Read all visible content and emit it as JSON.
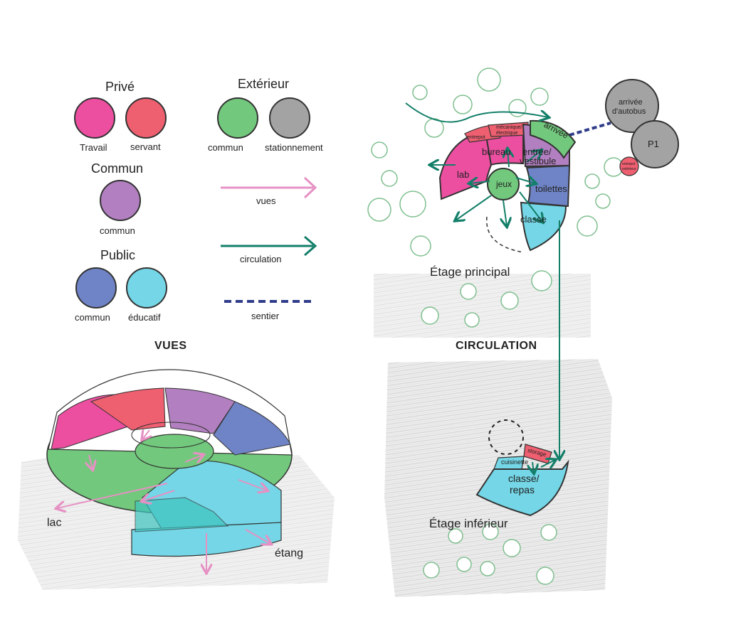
{
  "legend": {
    "prive": {
      "title": "Privé",
      "items": [
        {
          "label": "Travail",
          "color": "#ec4fa0"
        },
        {
          "label": "servant",
          "color": "#ee5f70"
        }
      ]
    },
    "exterieur": {
      "title": "Extérieur",
      "items": [
        {
          "label": "commun",
          "color": "#72c87c"
        },
        {
          "label": "stationnement",
          "color": "#a3a3a3"
        }
      ]
    },
    "commun": {
      "title": "Commun",
      "items": [
        {
          "label": "commun",
          "color": "#b27fc0"
        }
      ]
    },
    "public": {
      "title": "Public",
      "items": [
        {
          "label": "commun",
          "color": "#6f84c6"
        },
        {
          "label": "éducatif",
          "color": "#74d6e6"
        }
      ]
    },
    "lines": {
      "vues": {
        "label": "vues",
        "color": "#e691c4"
      },
      "circulation": {
        "label": "circulation",
        "color": "#137f69"
      },
      "sentier": {
        "label": "sentier",
        "color": "#2f3c8a"
      }
    }
  },
  "sections": {
    "vues": "VUES",
    "circulation": "CIRCULATION"
  },
  "main_floor": {
    "title": "Étage principal",
    "rooms": {
      "lab": "lab",
      "bureau": "bureau",
      "entrepot": "entrepot",
      "mecanique": "mécanique/",
      "electrique": "électrique",
      "arrivee": "arrivée",
      "entree_line1": "entrée/",
      "entree_line2": "vestibule",
      "jeux": "jeux",
      "toilettes": "toilettes",
      "classe": "classe"
    },
    "external": {
      "bus_line1": "arrivée",
      "bus_line2": "d'autobus",
      "p1": "P1",
      "entrepot_line1": "entrepot",
      "entrepot_line2": "extérieur"
    }
  },
  "lower_floor": {
    "title": "Étage inférieur",
    "rooms": {
      "storage": "storage",
      "cuisinette": "cuisinette",
      "classe_line1": "classe/",
      "classe_line2": "repas"
    }
  },
  "views_3d": {
    "lac": "lac",
    "etang": "étang"
  }
}
